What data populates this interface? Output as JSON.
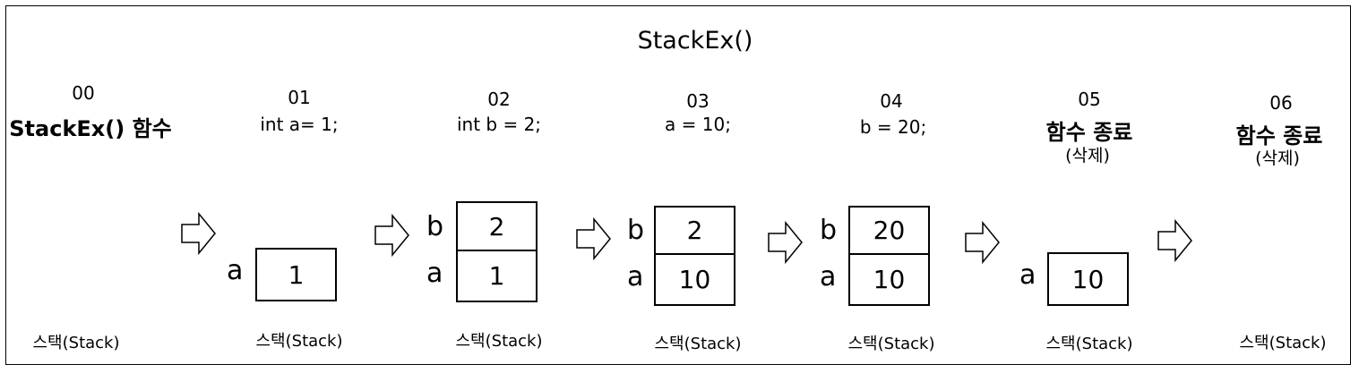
{
  "title": "StackEx()",
  "steps": [
    {
      "num": "00",
      "label": "StackEx() 함수",
      "caption": "스택(Stack)"
    },
    {
      "num": "01",
      "label": "int a= 1;",
      "caption": "스택(Stack)"
    },
    {
      "num": "02",
      "label": "int b = 2;",
      "caption": "스택(Stack)"
    },
    {
      "num": "03",
      "label": "a = 10;",
      "caption": "스택(Stack)"
    },
    {
      "num": "04",
      "label": "b = 20;",
      "caption": "스택(Stack)"
    },
    {
      "num": "05",
      "label": "함수 종료",
      "sublabel": "(삭제)",
      "caption": "스택(Stack)"
    },
    {
      "num": "06",
      "label": "함수 종료",
      "sublabel": "(삭제)",
      "caption": "스택(Stack)"
    }
  ],
  "stacks": {
    "s1": {
      "a_name": "a",
      "a_value": "1"
    },
    "s2": {
      "b_name": "b",
      "b_value": "2",
      "a_name": "a",
      "a_value": "1"
    },
    "s3": {
      "b_name": "b",
      "b_value": "2",
      "a_name": "a",
      "a_value": "10"
    },
    "s4": {
      "b_name": "b",
      "b_value": "20",
      "a_name": "a",
      "a_value": "10"
    },
    "s5": {
      "a_name": "a",
      "a_value": "10"
    }
  }
}
